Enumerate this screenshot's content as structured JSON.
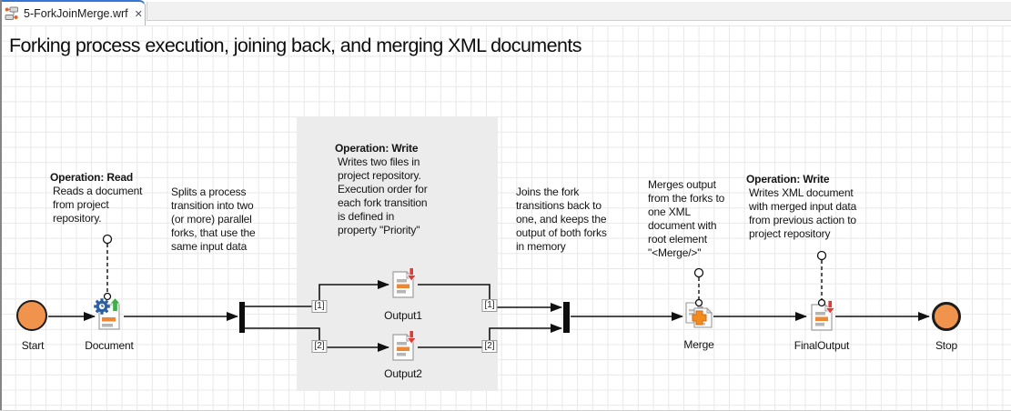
{
  "window": {
    "tab_title": "5-ForkJoinMerge.wrf",
    "close_glyph": "✕"
  },
  "title": "Forking process execution, joining back, and merging XML documents",
  "annotations": {
    "read": {
      "heading": "Operation: Read",
      "body": "Reads a document\nfrom project\nrepository."
    },
    "split": {
      "body": "Splits a process\ntransition into two\n(or more) parallel\nforks, that use the\nsame input data"
    },
    "write_forks": {
      "heading": "Operation: Write",
      "body": "Writes two files in\nproject repository.\nExecution order for\neach fork transition\nis defined in\nproperty \"Priority\""
    },
    "join": {
      "body": "Joins the fork\ntransitions back to\none, and keeps the\noutput of both forks\nin memory"
    },
    "merge": {
      "body": "Merges output\nfrom the forks to\none XML\ndocument with\nroot element\n\"<Merge/>\""
    },
    "write_final": {
      "heading": "Operation: Write",
      "body": "Writes XML document\nwith merged input data\nfrom previous action to\nproject repository"
    }
  },
  "nodes": {
    "start": {
      "label": "Start"
    },
    "document": {
      "label": "Document"
    },
    "output1": {
      "label": "Output1"
    },
    "output2": {
      "label": "Output2"
    },
    "merge": {
      "label": "Merge"
    },
    "final_output": {
      "label": "FinalOutput"
    },
    "stop": {
      "label": "Stop"
    }
  },
  "edge_labels": {
    "fork_1": "[1]",
    "fork_2": "[2]",
    "join_1": "[1]",
    "join_2": "[2]"
  },
  "colors": {
    "node_orange": "#F0944D",
    "icon_orange": "#ED8733",
    "arrow_red": "#E23B35",
    "arrow_green": "#3FAE49",
    "gear_blue": "#2B5FA5",
    "tab_accent_blue": "#3575D3"
  }
}
